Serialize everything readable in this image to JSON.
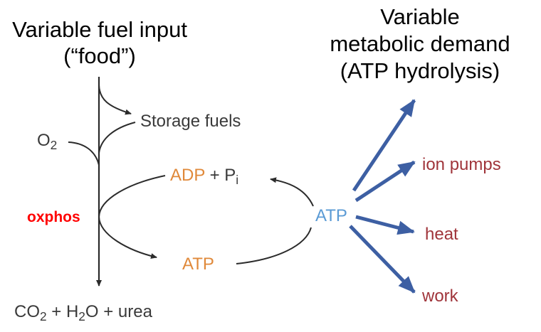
{
  "labels": {
    "fuel_input_line1": "Variable fuel input",
    "fuel_input_line2": "(“food”)",
    "demand_line1": "Variable",
    "demand_line2": "metabolic demand",
    "demand_line3": "(ATP hydrolysis)",
    "storage_fuels": "Storage fuels",
    "o2_main": "O",
    "o2_sub": "2",
    "oxphos": "oxphos",
    "adp": "ADP",
    "plus_pi": " + P",
    "pi_sub": "i",
    "atp_bottom": "ATP",
    "atp_center": "ATP",
    "ion_pumps": "ion pumps",
    "heat": "heat",
    "work": "work",
    "products_co2": "CO",
    "products_co2_sub": "2",
    "products_h2o": " + H",
    "products_h2o_sub": "2",
    "products_rest": "O + urea"
  },
  "colors": {
    "arrow_gray": "#2b2b2b",
    "arrow_blue": "#3d5fa3",
    "adp_atp_orange": "#e0893a",
    "atp_center_blue": "#5b9bd5",
    "output_red": "#a0353b",
    "oxphos_red": "#ff0000"
  }
}
